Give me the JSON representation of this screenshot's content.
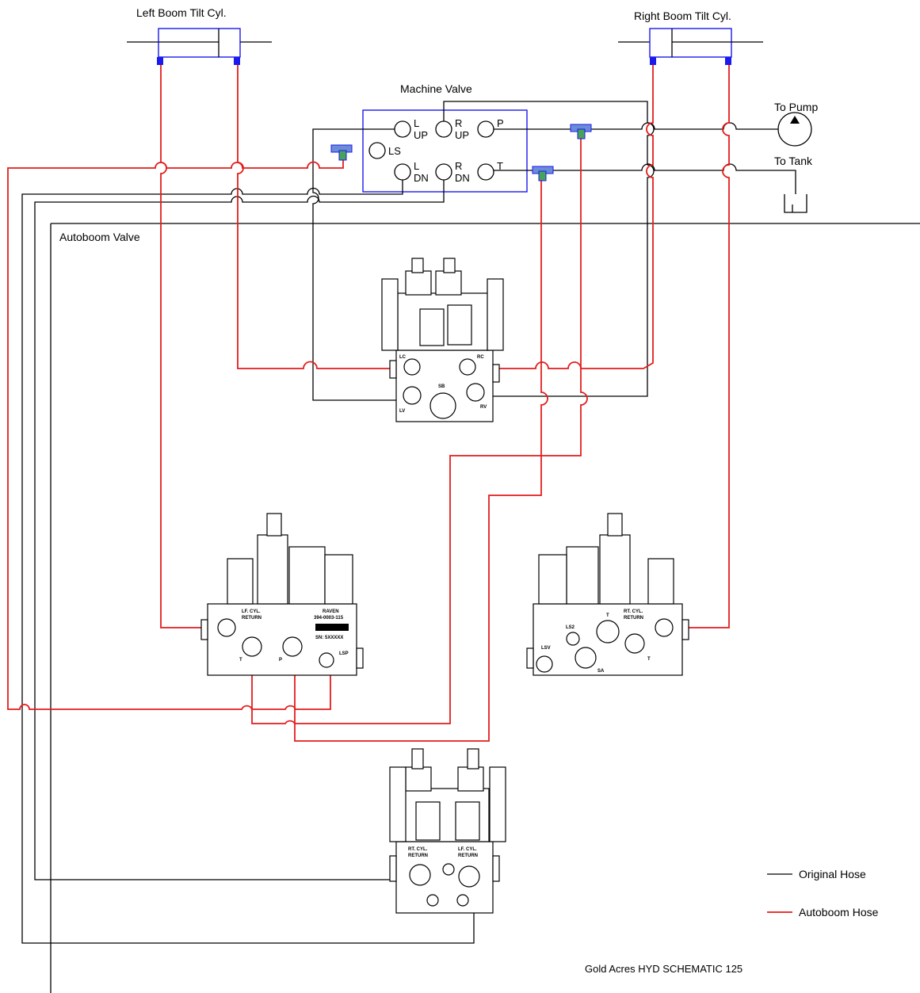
{
  "cylinders": {
    "left": "Left  Boom  Tilt  Cyl.",
    "right": "Right  Boom  Tilt  Cyl."
  },
  "machine_valve": {
    "title": "Machine  Valve",
    "ports": {
      "l_up_l": "L",
      "l_up_sub": "UP",
      "r_up_r": "R",
      "r_up_sub": "UP",
      "p": "P",
      "ls": "LS",
      "l_dn_l": "L",
      "l_dn_sub": "DN",
      "r_dn_r": "R",
      "r_dn_sub": "DN",
      "t": "T"
    }
  },
  "pump": "To  Pump",
  "tank": "To  Tank",
  "autoboom_valve": "Autoboom  Valve",
  "top_block": {
    "lc": "LC",
    "rc": "RC",
    "sb": "SB",
    "lv": "LV",
    "rv": "RV"
  },
  "left_block": {
    "return1": "LF. CYL.",
    "return2": "RETURN",
    "part1": "RAVEN",
    "part2": "394-0003-115",
    "sn": "SN: 5XXXXX",
    "t": "T",
    "p": "P",
    "lsp": "LSP"
  },
  "right_block": {
    "return1": "RT. CYL.",
    "return2": "RETURN",
    "t_top": "T",
    "ls2": "LS2",
    "lsv": "LSV",
    "sa": "SA",
    "t": "T"
  },
  "bottom_block": {
    "rt1": "RT. CYL.",
    "rt2": "RETURN",
    "lf1": "LF. CYL.",
    "lf2": "RETURN"
  },
  "legend": {
    "original": "Original  Hose",
    "autoboom": "Autoboom  Hose",
    "original_color": "#000000",
    "autoboom_color": "#e31d1d"
  },
  "footer": "Gold  Acres  HYD  SCHEMATIC  125"
}
